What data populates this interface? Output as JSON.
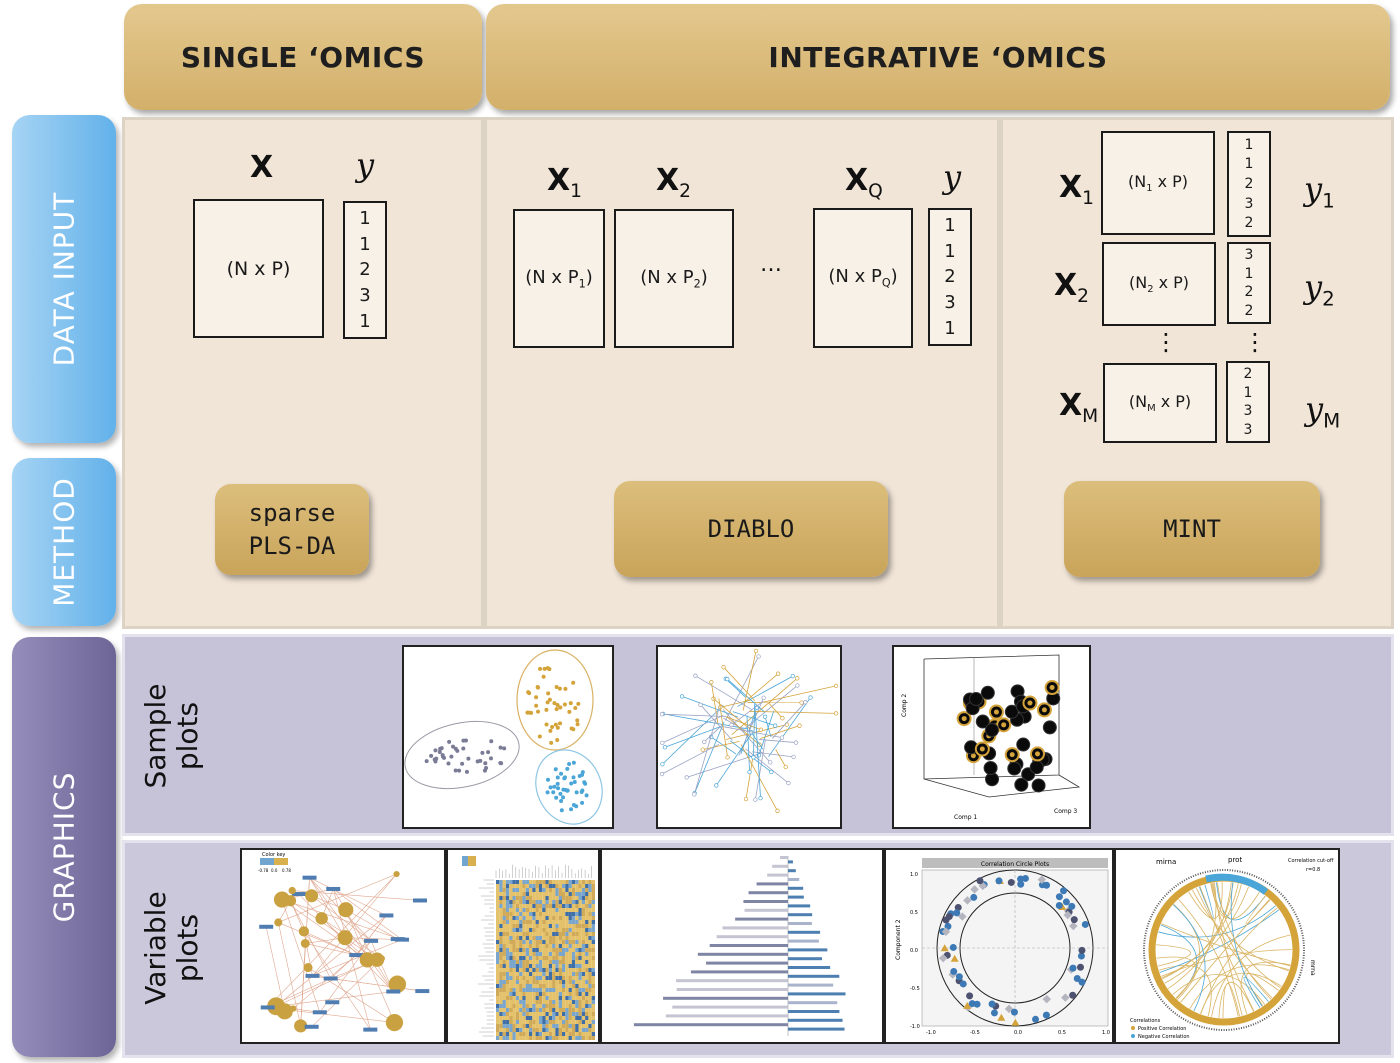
{
  "headers": {
    "single": "SINGLE ‘OMICS",
    "integrative": "INTEGRATIVE ‘OMICS"
  },
  "side_labels": {
    "data_input": "DATA INPUT",
    "method": "METHOD",
    "graphics": "GRAPHICS"
  },
  "single": {
    "x_label": "X",
    "y_label": "y",
    "matrix": "(N x P)",
    "y_values": [
      "1",
      "1",
      "2",
      "3",
      "1"
    ],
    "method_line1": "sparse",
    "method_line2": "PLS-DA"
  },
  "diablo": {
    "x1": "X",
    "x1_sub": "1",
    "x2": "X",
    "x2_sub": "2",
    "xq": "X",
    "xq_sub": "Q",
    "y_label": "y",
    "m1": "(N x P",
    "m1_sub": "1",
    "m2": "(N x P",
    "m2_sub": "2",
    "mq": "(N x P",
    "mq_sub": "Q",
    "close": ")",
    "ellipsis": "…",
    "y_values": [
      "1",
      "1",
      "2",
      "3",
      "1"
    ],
    "method": "DIABLO"
  },
  "mint": {
    "x_main": "X",
    "y_main": "y",
    "x1_sub": "1",
    "x2_sub": "2",
    "xm_sub": "M",
    "m_pre": "(N",
    "m_post": " x P)",
    "vdots": "⋮",
    "y1_values": [
      "1",
      "1",
      "2",
      "3",
      "2"
    ],
    "y2_values": [
      "3",
      "1",
      "2",
      "2"
    ],
    "ym_values": [
      "2",
      "1",
      "3",
      "3"
    ],
    "method": "MINT"
  },
  "graphics": {
    "sample_label_1": "Sample",
    "sample_label_2": "plots",
    "variable_label_1": "Variable",
    "variable_label_2": "plots",
    "tiny": {
      "color_key": "Color key",
      "key_min": "-0.78",
      "key_mid": "0.0",
      "key_max": "0.78",
      "comp1": "Comp 1",
      "comp2": "Comp 2",
      "comp3": "Comp 3",
      "corr_title": "Correlation Circle Plots",
      "component2": "Component 2",
      "mirna": "mirna",
      "prot": "prot",
      "mrna": "mrna",
      "cutoff": "Correlation cut-off",
      "r_value": "r=0.8",
      "correlations": "Correlations",
      "pos_corr": "Positive Correlation",
      "neg_corr": "Negative Correlation",
      "x_ticks": [
        "-1.0",
        "-0.5",
        "0.0",
        "0.5",
        "1.0"
      ],
      "y_ticks": [
        "1.0",
        "0.5",
        "0.0",
        "-0.5",
        "-1.0"
      ]
    }
  },
  "colors": {
    "gold": "#d4a33a",
    "blue": "#4aa6d8",
    "grey": "#7a7b95",
    "dark": "#0a0a0a"
  }
}
